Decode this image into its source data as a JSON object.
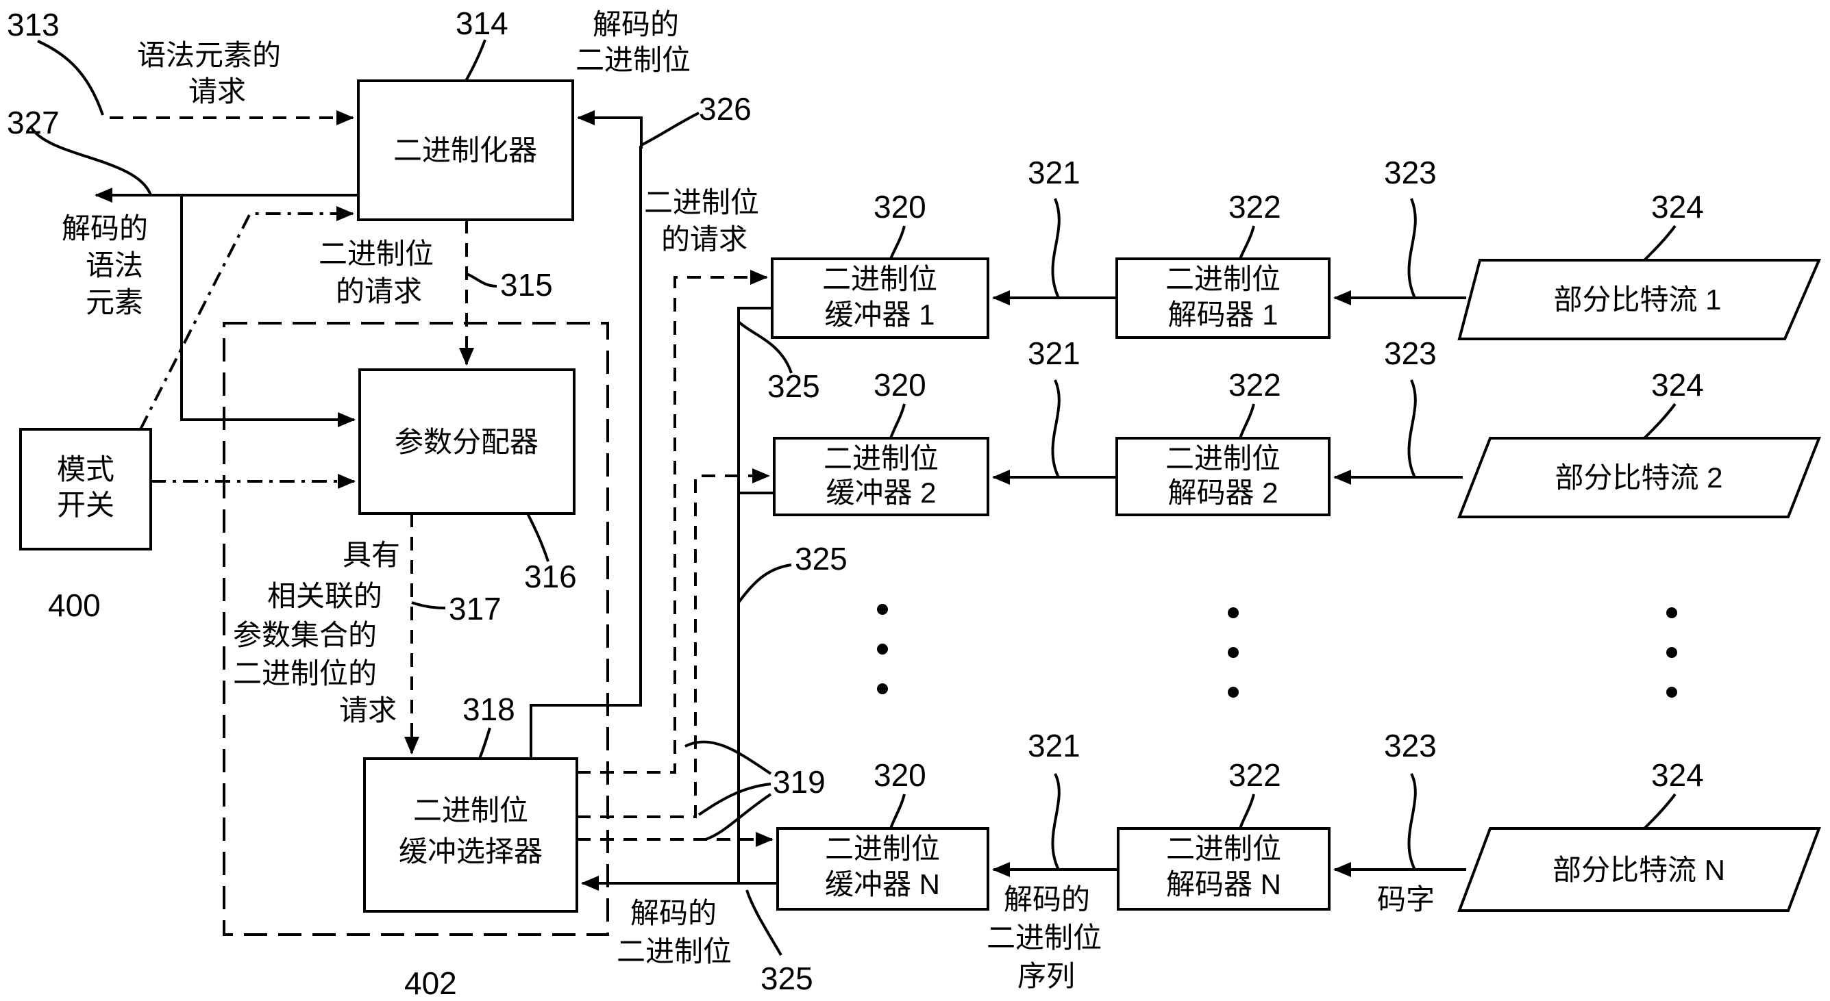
{
  "blocks": {
    "binarizer": "二进制化器",
    "parameter_assigner": "参数分配器",
    "bin_buffer_selector_l1": "二进制位",
    "bin_buffer_selector_l2": "缓冲选择器",
    "mode_switch_l1": "模式",
    "mode_switch_l2": "开关",
    "bin_buffers": [
      {
        "l1": "二进制位",
        "l2": "缓冲器 1"
      },
      {
        "l1": "二进制位",
        "l2": "缓冲器 2"
      },
      {
        "l1": "二进制位",
        "l2": "缓冲器 N"
      }
    ],
    "bin_decoders": [
      {
        "l1": "二进制位",
        "l2": "解码器 1"
      },
      {
        "l1": "二进制位",
        "l2": "解码器 2"
      },
      {
        "l1": "二进制位",
        "l2": "解码器 N"
      }
    ],
    "partial_bitstreams": [
      "部分比特流 1",
      "部分比特流 2",
      "部分比特流 N"
    ]
  },
  "labels": {
    "request_syntax_l1": "语法元素的",
    "request_syntax_l2": "请求",
    "decoded_bins_top_l1": "解码的",
    "decoded_bins_top_l2": "二进制位",
    "decoded_syntax_l1": "解码的",
    "decoded_syntax_l2": "语法",
    "decoded_syntax_l3": "元素",
    "bin_request_l1": "二进制位",
    "bin_request_l2": "的请求",
    "bin_request_buffer_l1": "二进制位",
    "bin_request_buffer_l2": "的请求",
    "assoc_request_l1": "具有",
    "assoc_request_l2": "相关联的",
    "assoc_request_l3": "参数集合的",
    "assoc_request_l4": "二进制位的",
    "assoc_request_l5": "请求",
    "decoded_bins_bottom_l1": "解码的",
    "decoded_bins_bottom_l2": "二进制位",
    "decoded_bin_seq_l1": "解码的",
    "decoded_bin_seq_l2": "二进制位",
    "decoded_bin_seq_l3": "序列",
    "codeword": "码字"
  },
  "refs": {
    "r313": "313",
    "r314": "314",
    "r326": "326",
    "r327": "327",
    "r315": "315",
    "r316": "316",
    "r317": "317",
    "r318": "318",
    "r319": "319",
    "r400": "400",
    "r402": "402",
    "r320": "320",
    "r321": "321",
    "r322": "322",
    "r323": "323",
    "r324": "324",
    "r325": "325"
  }
}
